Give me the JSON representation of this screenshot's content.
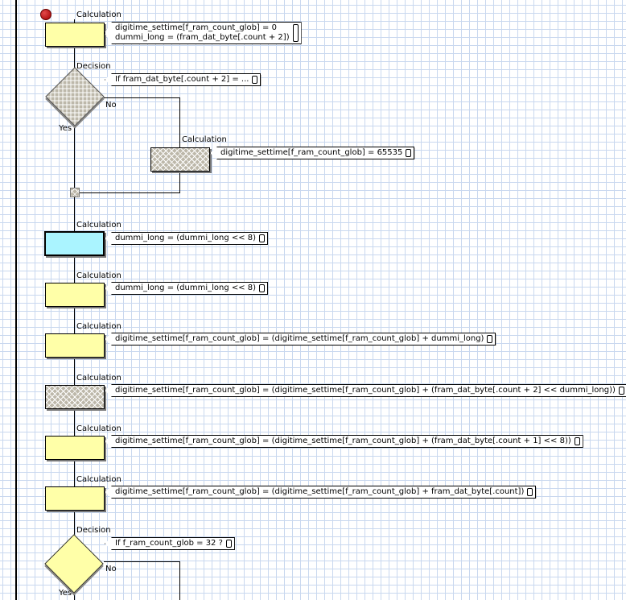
{
  "flow": {
    "steps": [
      {
        "type": "Calculation",
        "text_lines": [
          "digitime_settime[f_ram_count_glob] = 0",
          "dummi_long = (fram_dat_byte[.count + 2])"
        ]
      },
      {
        "type": "Decision",
        "text": "If  fram_dat_byte[.count + 2] = ...",
        "no_label": "No",
        "yes_label": "Yes"
      },
      {
        "type": "Calculation",
        "text": "digitime_settime[f_ram_count_glob] = 65535"
      },
      {
        "type": "Calculation",
        "text": "dummi_long = (dummi_long << 8)"
      },
      {
        "type": "Calculation",
        "text": "dummi_long = (dummi_long << 8)"
      },
      {
        "type": "Calculation",
        "text": "digitime_settime[f_ram_count_glob] = (digitime_settime[f_ram_count_glob] + dummi_long)"
      },
      {
        "type": "Calculation",
        "text": "digitime_settime[f_ram_count_glob] = (digitime_settime[f_ram_count_glob] + (fram_dat_byte[.count + 2] << dummi_long))"
      },
      {
        "type": "Calculation",
        "text": "digitime_settime[f_ram_count_glob] = (digitime_settime[f_ram_count_glob] + (fram_dat_byte[.count + 1] << 8))"
      },
      {
        "type": "Calculation",
        "text": "digitime_settime[f_ram_count_glob] = (digitime_settime[f_ram_count_glob] + fram_dat_byte[.count])"
      },
      {
        "type": "Decision",
        "text": "If  f_ram_count_glob = 32 ?",
        "no_label": "No",
        "yes_label": "Yes"
      }
    ]
  },
  "colors": {
    "calculation_fill": "#ffffa8",
    "selected_fill": "#aaf4ff",
    "hatched_fill": "#bdb8aa",
    "start_dot": "#c00000",
    "grid": "#c9d8ef"
  },
  "icons": {
    "start": "start-node-icon",
    "note_end": "callout-scroll-icon"
  }
}
